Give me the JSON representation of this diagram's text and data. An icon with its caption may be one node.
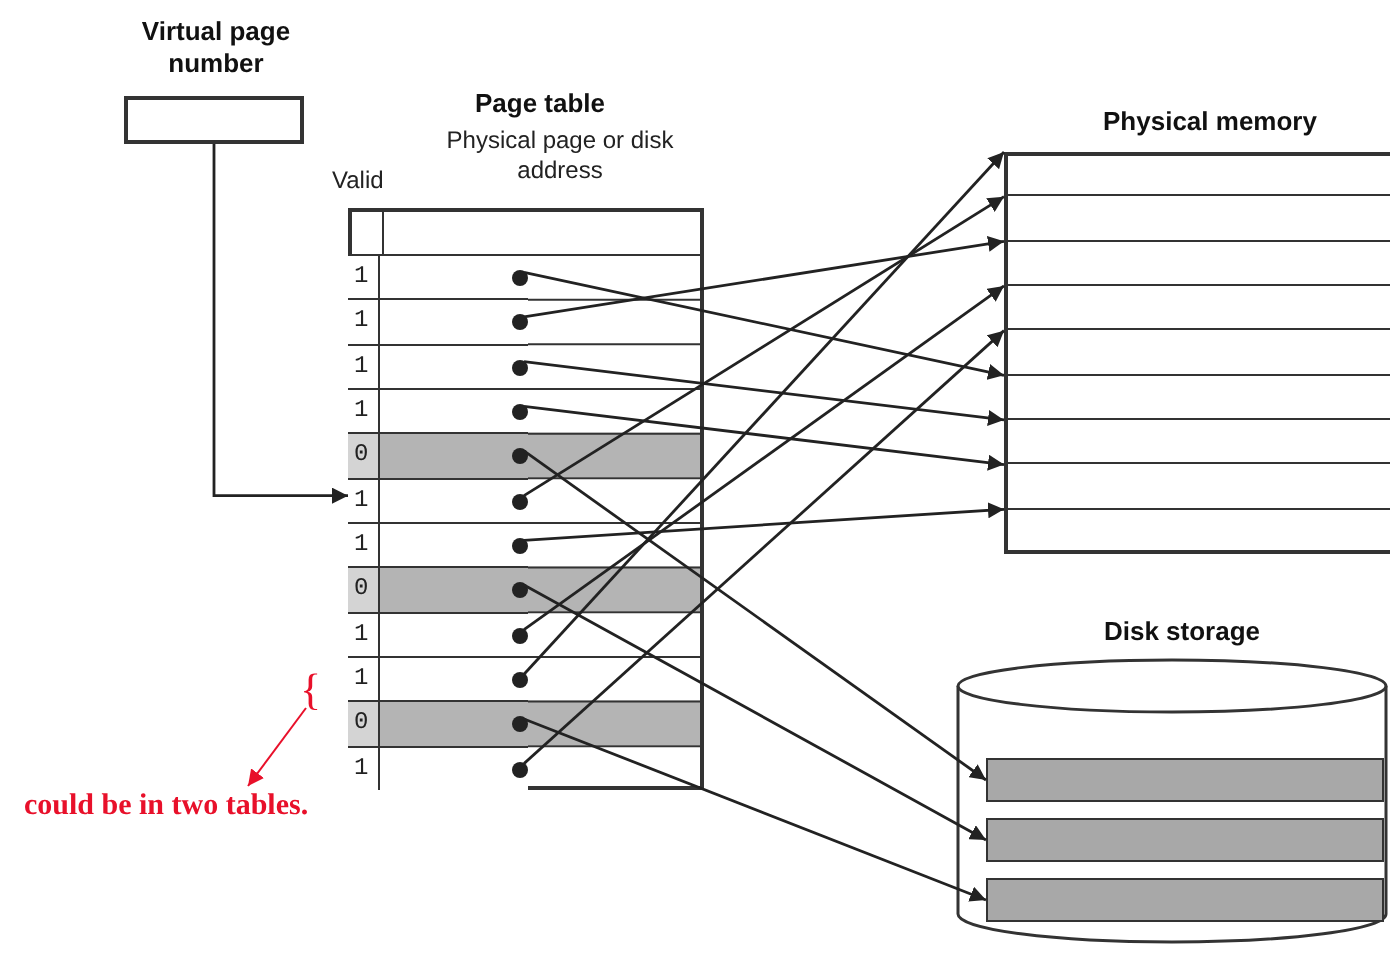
{
  "diagram": {
    "nodes": [
      {
        "text": [
          "Virtual page number"
        ]
      },
      {
        "text": [
          "Page table",
          "Valid",
          "Physical page or disk address"
        ]
      },
      {
        "text": [
          "1"
        ],
        "in": 1
      },
      {
        "text": [
          "1"
        ],
        "in": 1
      },
      {
        "text": [
          "1"
        ],
        "in": 1
      },
      {
        "text": [
          "1"
        ],
        "in": 1
      },
      {
        "text": [
          "0"
        ],
        "in": 1
      },
      {
        "text": [
          "1"
        ],
        "in": 1
      },
      {
        "text": [
          "1"
        ],
        "in": 1
      },
      {
        "text": [
          "0"
        ],
        "in": 1
      },
      {
        "text": [
          "1"
        ],
        "in": 1
      },
      {
        "text": [
          "1"
        ],
        "in": 1
      },
      {
        "text": [
          "0"
        ],
        "in": 1
      },
      {
        "text": [
          "1"
        ],
        "in": 1
      },
      {
        "text": [
          "Physical memory"
        ]
      },
      {
        "text": [],
        "shape": "box",
        "in": 14
      },
      {
        "text": [],
        "shape": "box",
        "in": 14
      },
      {
        "text": [],
        "shape": "box",
        "in": 14
      },
      {
        "text": [],
        "shape": "box",
        "in": 14
      },
      {
        "text": [],
        "shape": "box",
        "in": 14
      },
      {
        "text": [],
        "shape": "box",
        "in": 14
      },
      {
        "text": [],
        "shape": "box",
        "in": 14
      },
      {
        "text": [],
        "shape": "box",
        "in": 14
      },
      {
        "text": [],
        "shape": "box",
        "in": 14
      },
      {
        "text": [
          "Disk storage"
        ]
      },
      {
        "text": [],
        "shape": "bar",
        "in": 24
      },
      {
        "text": [],
        "shape": "bar",
        "in": 24
      },
      {
        "text": [],
        "shape": "bar",
        "in": 24
      },
      {
        "text": [
          "{"
        ]
      },
      {
        "text": [
          "could be in two tables."
        ]
      }
    ],
    "edges": [
      {
        "from": 0,
        "to": 7,
        "arrow": "to"
      },
      {
        "from": 2,
        "to": 20,
        "arrow": "to"
      },
      {
        "from": 3,
        "to": 17,
        "arrow": "to"
      },
      {
        "from": 4,
        "to": 21,
        "arrow": "to"
      },
      {
        "from": 5,
        "to": 22,
        "arrow": "to"
      },
      {
        "from": 6,
        "to": 25,
        "arrow": "to"
      },
      {
        "from": 7,
        "to": 16,
        "arrow": "to"
      },
      {
        "from": 8,
        "to": 23,
        "arrow": "to"
      },
      {
        "from": 9,
        "to": 26,
        "arrow": "to"
      },
      {
        "from": 10,
        "to": 18,
        "arrow": "to"
      },
      {
        "from": 11,
        "to": 15,
        "arrow": "to"
      },
      {
        "from": 12,
        "to": 27,
        "arrow": "to"
      },
      {
        "from": 13,
        "to": 19,
        "arrow": "to"
      },
      {
        "from": 28,
        "to": 29,
        "arrow": "to",
        "color": "#e8102a"
      }
    ]
  }
}
